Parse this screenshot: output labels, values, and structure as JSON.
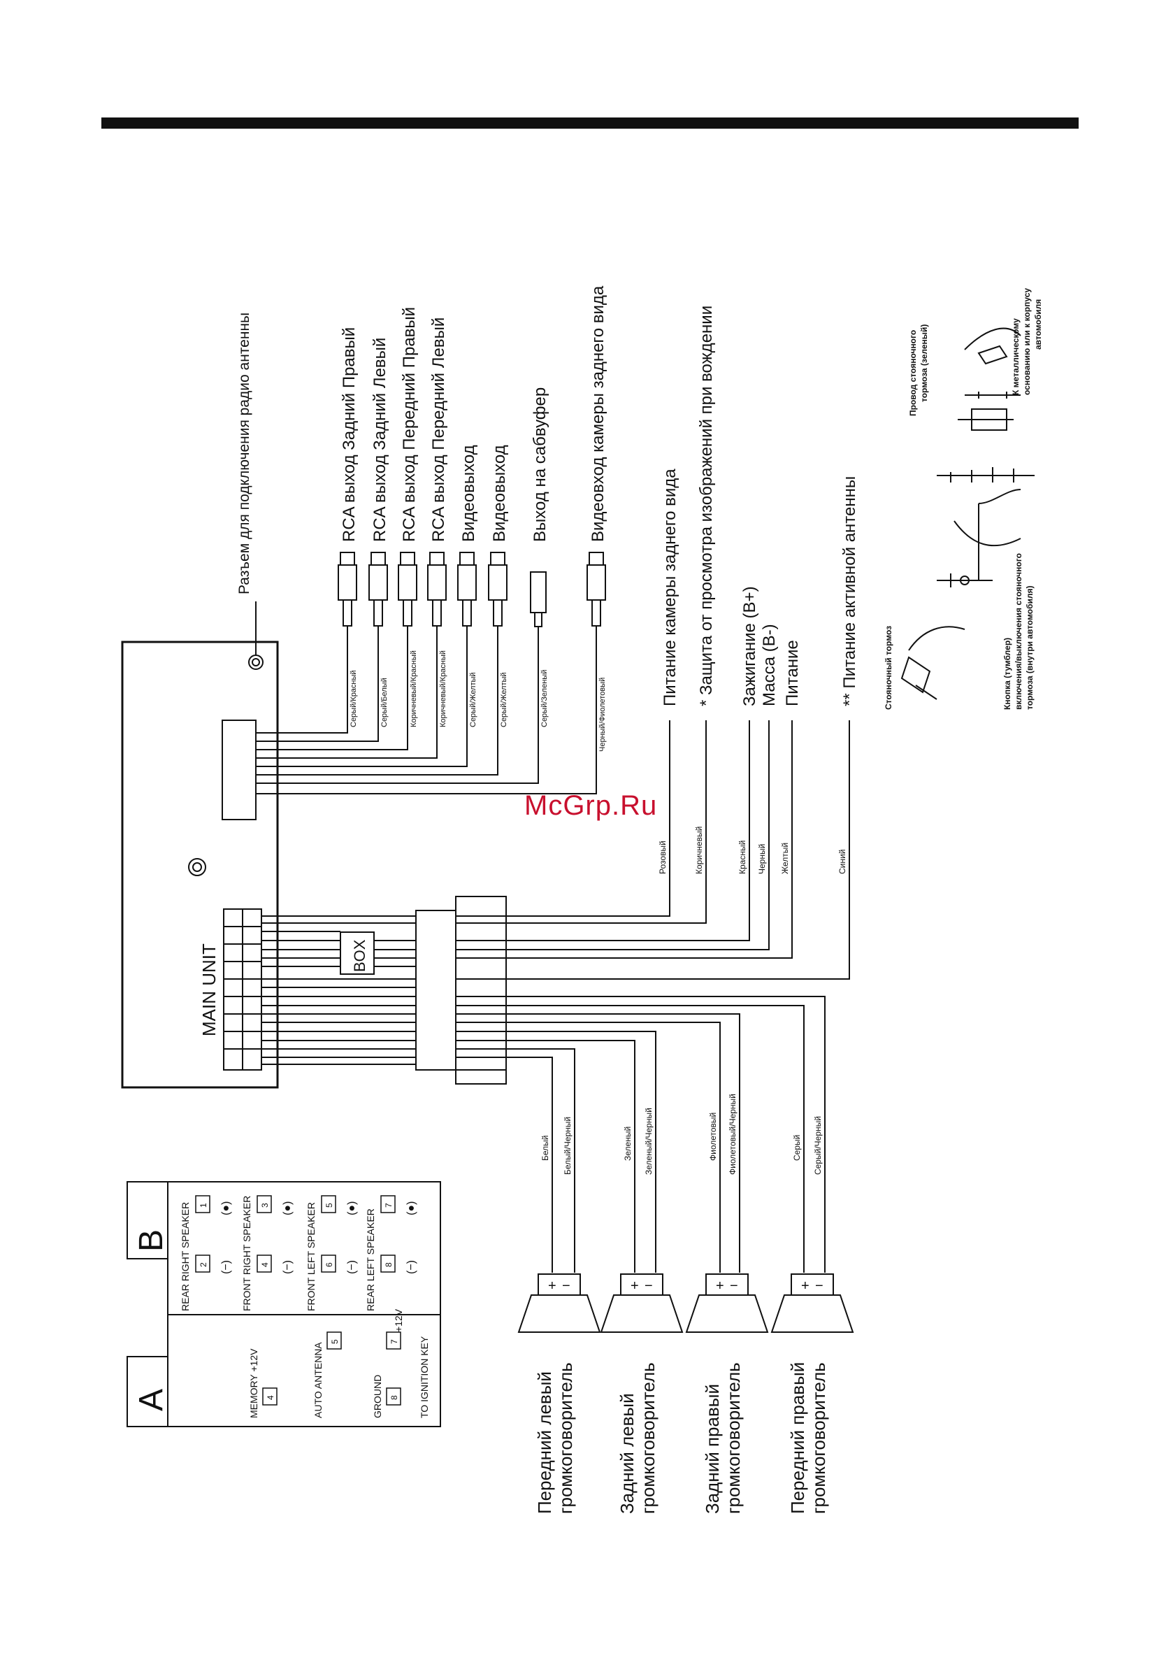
{
  "watermark": "McGrp.Ru",
  "main_unit": {
    "label": "MAIN UNIT",
    "box_label": "BOX",
    "antenna_socket": "Разъем для подключения радио антенны"
  },
  "rca_outputs": [
    {
      "wire": "Серый/Красный",
      "label": "RCA выход Задний Правый"
    },
    {
      "wire": "Серый/Белый",
      "label": "RCA выход Задний Левый"
    },
    {
      "wire": "Коричневый/Красный",
      "label": "RCA выход Передний Правый"
    },
    {
      "wire": "Коричневый/Красный",
      "label": "RCA выход Передний Левый"
    },
    {
      "wire": "Серый/Желтый",
      "label": "Видеовыход"
    },
    {
      "wire": "Серый/Желтый",
      "label": "Видеовыход"
    },
    {
      "wire": "Серый/Зеленый",
      "label": "Выход на сабвуфер"
    },
    {
      "wire": "Черный/Фиолетовый",
      "label": "Видеовход камеры заднего вида"
    }
  ],
  "power_wires": [
    {
      "wire": "Розовый",
      "label": "Питание камеры заднего вида"
    },
    {
      "wire": "Коричневый",
      "label": "* Защита от просмотра изображений при вождении"
    },
    {
      "wire": "Красный",
      "label": "Зажигание (B+)"
    },
    {
      "wire": "Черный",
      "label": "Масса (B-)"
    },
    {
      "wire": "Желтый",
      "label": "Питание"
    },
    {
      "wire": "Синий",
      "label": "** Питание активной антенны"
    }
  ],
  "speaker_wires": [
    {
      "plus": "Белый",
      "minus": "Белый/Черный",
      "label": "Передний левый громкоговоритель"
    },
    {
      "plus": "Зеленый",
      "minus": "Зеленый/Черный",
      "label": "Задний левый громкоговоритель"
    },
    {
      "plus": "Фиолетовый",
      "minus": "Фиолетовый/Черный",
      "label": "Задний правый громкоговоритель"
    },
    {
      "plus": "Серый",
      "minus": "Серый/Черный",
      "label": "Передний правый громкоговоритель"
    }
  ],
  "connector_a": {
    "letter": "A",
    "memory": "MEMORY +12V",
    "memory_pin": "4",
    "auto_antenna": "AUTO ANTENNA",
    "auto_antenna_pin": "5",
    "ground": "GROUND",
    "ground_pin": "8",
    "ignition_pin": "7",
    "ignition_v": "+12V",
    "ignition": "TO IGNITION KEY"
  },
  "connector_b": {
    "letter": "B",
    "groups": [
      {
        "name": "REAR RIGHT SPEAKER",
        "neg_pin": "2",
        "pos_pin": "1"
      },
      {
        "name": "FRONT RIGHT SPEAKER",
        "neg_pin": "4",
        "pos_pin": "3"
      },
      {
        "name": "FRONT LEFT SPEAKER",
        "neg_pin": "6",
        "pos_pin": "5"
      },
      {
        "name": "REAR LEFT SPEAKER",
        "neg_pin": "8",
        "pos_pin": "7"
      }
    ],
    "neg": "(−)",
    "pos": "(●)"
  },
  "plus_sign": "+",
  "minus_sign": "−",
  "parking_brake": {
    "title": "Стояночный тормоз",
    "wire_l1": "Провод стояночного",
    "wire_l2": "тормоза (зеленый)",
    "button_l1": "Кнопка (тумблер)",
    "button_l2": "включения/выключения стояночного",
    "button_l3": "тормоза (внутри автомобиля)",
    "ground_l1": "К металлическому",
    "ground_l2": "основанию или к корпусу",
    "ground_l3": "автомобиля"
  }
}
